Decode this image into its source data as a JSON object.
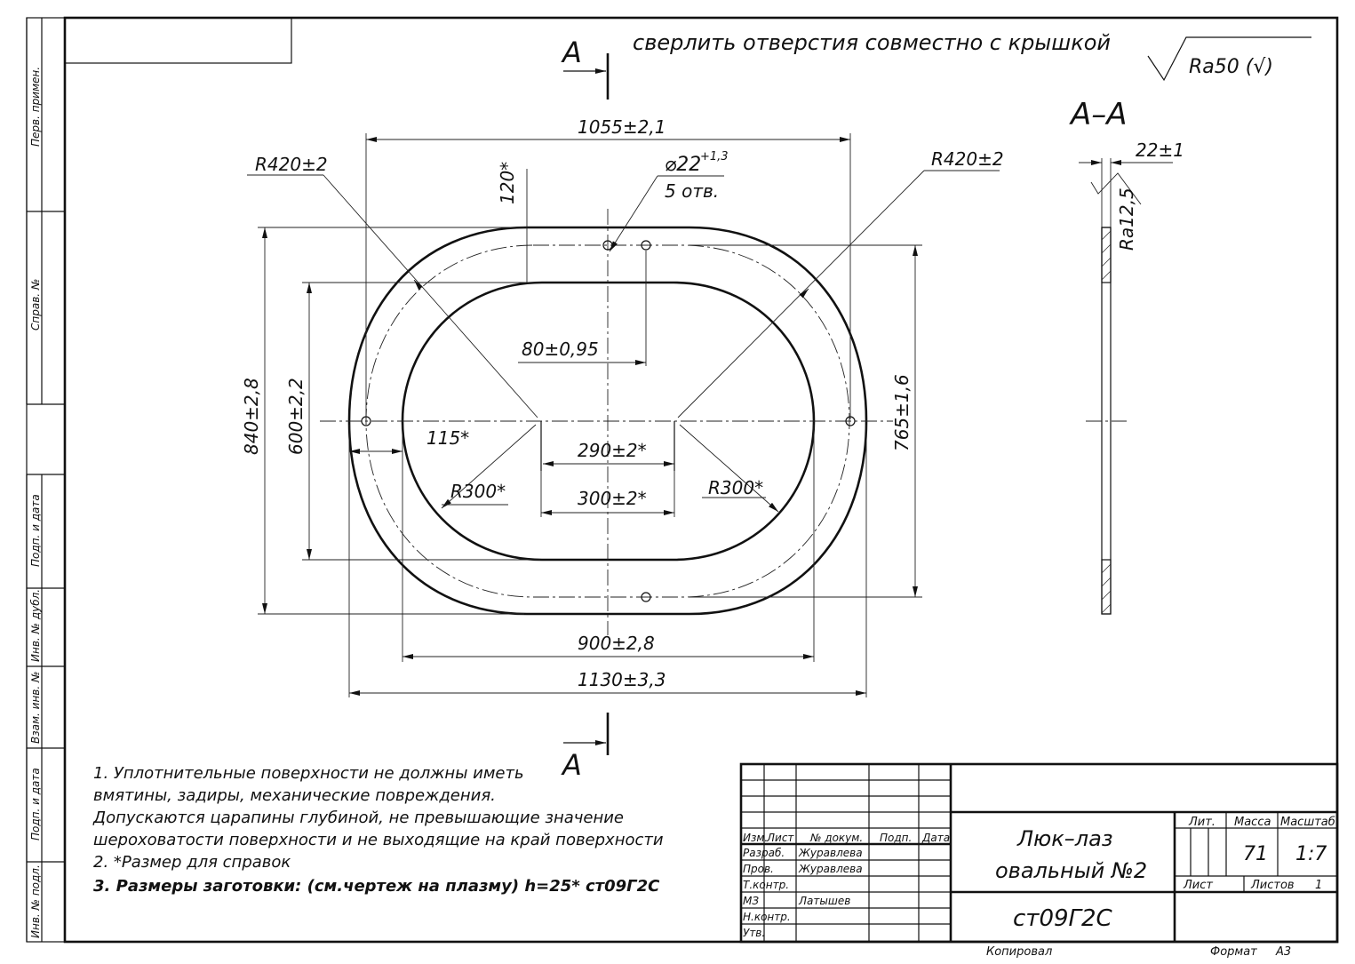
{
  "header": {
    "note": "сверлить отверстия совместно с крышкой",
    "roughness": "Ra50 (√)"
  },
  "section": {
    "label_top": "А",
    "label_bottom": "А",
    "view_title": "А–А",
    "thickness": "22±1",
    "edge_roughness": "Ra12,5"
  },
  "dimensions": {
    "top_width": "1055±2,1",
    "hole_dia": "⌀22",
    "hole_tol": "+1,3",
    "hole_count": "5 отв.",
    "offset_120": "120*",
    "radius_left": "R420±2",
    "radius_right": "R420±2",
    "offset_80": "80±0,95",
    "height_840": "840±2,8",
    "height_600": "600±2,2",
    "height_765": "765±1,6",
    "dim_115": "115*",
    "dim_290": "290±2*",
    "dim_300": "300±2*",
    "r300_left": "R300*",
    "r300_right": "R300*",
    "width_900": "900±2,8",
    "width_1130": "1130±3,3"
  },
  "notes": [
    "1. Уплотнительные поверхности не должны иметь",
    "вмятины, задиры, механические повреждения.",
    "Допускаются царапины глубиной, не превышающие значение",
    "шероховатости поверхности и не выходящие на край поверхности",
    "2. *Размер для справок",
    "3. Размеры заготовки: (см.чертеж на плазму) h=25* ст09Г2С"
  ],
  "side_strip": {
    "perv_primen": "Перв. примен.",
    "sprav_no": "Справ. №",
    "podp_data_1": "Подп. и дата",
    "inv_dubl": "Инв. № дубл.",
    "vzam_inv": "Взам. инв. №",
    "podp_data_2": "Подп. и дата",
    "inv_podl": "Инв. № подл."
  },
  "title_block": {
    "headers": {
      "izm": "Изм.",
      "list": "Лист",
      "dokum": "№ докум.",
      "podp": "Подп.",
      "data": "Дата"
    },
    "roles": [
      {
        "role": "Разраб.",
        "name": "Журавлева"
      },
      {
        "role": "Пров.",
        "name": "Журавлева"
      },
      {
        "role": "Т.контр.",
        "name": ""
      },
      {
        "role": "МЗ",
        "name": "Латышев"
      },
      {
        "role": "Н.контр.",
        "name": ""
      },
      {
        "role": "Утв.",
        "name": ""
      }
    ],
    "name_line1": "Люк–лаз",
    "name_line2": "овальный №2",
    "material": "ст09Г2С",
    "lit_label": "Лит.",
    "mass_label": "Масса",
    "scale_label": "Масштаб",
    "mass": "71",
    "scale": "1:7",
    "sheet_label": "Лист",
    "sheets_label": "Листов",
    "sheets": "1",
    "copied": "Копировал",
    "format_label": "Формат",
    "format": "А3"
  }
}
